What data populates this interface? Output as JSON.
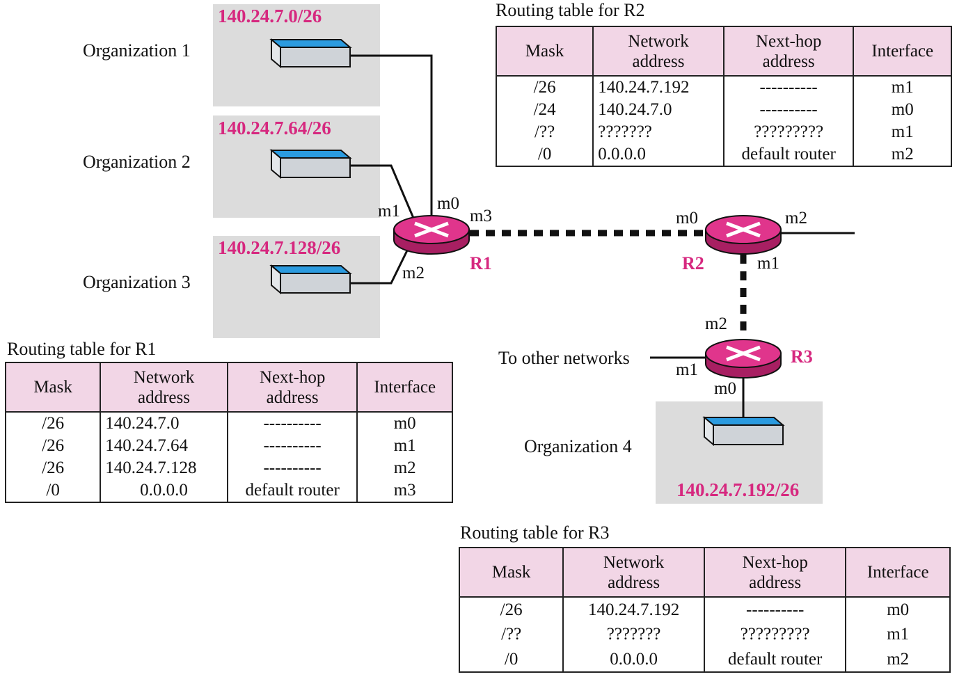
{
  "organizations": [
    {
      "label": "Organization 1",
      "network": "140.24.7.0/26"
    },
    {
      "label": "Organization 2",
      "network": "140.24.7.64/26"
    },
    {
      "label": "Organization 3",
      "network": "140.24.7.128/26"
    },
    {
      "label": "Organization 4",
      "network": "140.24.7.192/26"
    }
  ],
  "routers": {
    "r1": "R1",
    "r2": "R2",
    "r3": "R3"
  },
  "interfaces": {
    "r1_m0": "m0",
    "r1_m1": "m1",
    "r1_m2": "m2",
    "r1_m3": "m3",
    "r2_m0": "m0",
    "r2_m1": "m1",
    "r2_m2": "m2",
    "r3_m0": "m0",
    "r3_m1": "m1",
    "r3_m2": "m2"
  },
  "other_networks": "To other networks",
  "colors": {
    "router": "#d6287f",
    "label": "#d6287f",
    "org_box": "#dcdcdc",
    "switch_top": "#2b9be0",
    "table_header": "#f2d6e6"
  },
  "tables": {
    "r1": {
      "caption": "Routing table for R1",
      "headers": {
        "mask": "Mask",
        "network_1": "Network",
        "network_2": "address",
        "nexthop_1": "Next-hop",
        "nexthop_2": "address",
        "interface": "Interface"
      },
      "rows": [
        {
          "mask": "/26",
          "network": "140.24.7.0",
          "nexthop": "----------",
          "iface": "m0"
        },
        {
          "mask": "/26",
          "network": "140.24.7.64",
          "nexthop": "----------",
          "iface": "m1"
        },
        {
          "mask": "/26",
          "network": "140.24.7.128",
          "nexthop": "----------",
          "iface": "m2"
        },
        {
          "mask": "/0",
          "network": "0.0.0.0",
          "nexthop": "default router",
          "iface": "m3"
        }
      ]
    },
    "r2": {
      "caption": "Routing table for R2",
      "headers": {
        "mask": "Mask",
        "network_1": "Network",
        "network_2": "address",
        "nexthop_1": "Next-hop",
        "nexthop_2": "address",
        "interface": "Interface"
      },
      "rows": [
        {
          "mask": "/26",
          "network": "140.24.7.192",
          "nexthop": "----------",
          "iface": "m1"
        },
        {
          "mask": "/24",
          "network": "140.24.7.0",
          "nexthop": "----------",
          "iface": "m0"
        },
        {
          "mask": "/??",
          "network": "???????",
          "nexthop": "?????????",
          "iface": "m1"
        },
        {
          "mask": "/0",
          "network": "0.0.0.0",
          "nexthop": "default router",
          "iface": "m2"
        }
      ]
    },
    "r3": {
      "caption": "Routing table for R3",
      "headers": {
        "mask": "Mask",
        "network_1": "Network",
        "network_2": "address",
        "nexthop_1": "Next-hop",
        "nexthop_2": "address",
        "interface": "Interface"
      },
      "rows": [
        {
          "mask": "/26",
          "network": "140.24.7.192",
          "nexthop": "----------",
          "iface": "m0"
        },
        {
          "mask": "/??",
          "network": "???????",
          "nexthop": "?????????",
          "iface": "m1"
        },
        {
          "mask": "/0",
          "network": "0.0.0.0",
          "nexthop": "default router",
          "iface": "m2"
        }
      ]
    }
  }
}
